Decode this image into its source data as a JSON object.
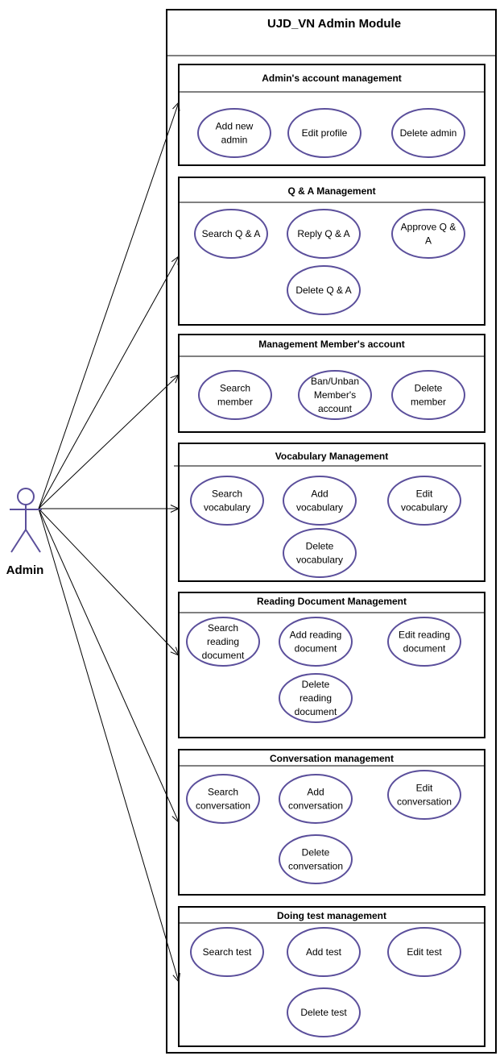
{
  "system": {
    "title": "UJD_VN Admin Module"
  },
  "actor": {
    "name": "Admin"
  },
  "packages": [
    {
      "title": "Admin's account management",
      "use_cases": [
        [
          "Add new",
          "admin"
        ],
        [
          "Edit profile"
        ],
        [
          "Delete admin"
        ]
      ]
    },
    {
      "title": "Q & A Management",
      "use_cases": [
        [
          "Search Q & A"
        ],
        [
          "Reply Q & A"
        ],
        [
          "Approve Q &",
          "A"
        ],
        [
          "Delete Q & A"
        ]
      ]
    },
    {
      "title": "Management Member's account",
      "use_cases": [
        [
          "Search",
          "member"
        ],
        [
          "Ban/Unban",
          "Member's",
          "account"
        ],
        [
          "Delete",
          "member"
        ]
      ]
    },
    {
      "title": "Vocabulary Management",
      "use_cases": [
        [
          "Search",
          "vocabulary"
        ],
        [
          "Add",
          "vocabulary"
        ],
        [
          "Edit",
          "vocabulary"
        ],
        [
          "Delete",
          "vocabulary"
        ]
      ]
    },
    {
      "title": "Reading Document Management",
      "use_cases": [
        [
          "Search",
          "reading",
          "document"
        ],
        [
          "Add reading",
          "document"
        ],
        [
          "Edit reading",
          "document"
        ],
        [
          "Delete",
          "reading",
          "document"
        ]
      ]
    },
    {
      "title": "Conversation management",
      "use_cases": [
        [
          "Search",
          "conversation"
        ],
        [
          "Add",
          "conversation"
        ],
        [
          "Edit",
          "conversation"
        ],
        [
          "Delete",
          "conversation"
        ]
      ]
    },
    {
      "title": "Doing test management",
      "use_cases": [
        [
          "Search test"
        ],
        [
          "Add test"
        ],
        [
          "Edit test"
        ],
        [
          "Delete test"
        ]
      ]
    }
  ],
  "colors": {
    "ellipse_stroke": "#5b4f9b",
    "actor_stroke": "#5b4f9b",
    "box_stroke": "#000000",
    "line_stroke": "#000000"
  }
}
